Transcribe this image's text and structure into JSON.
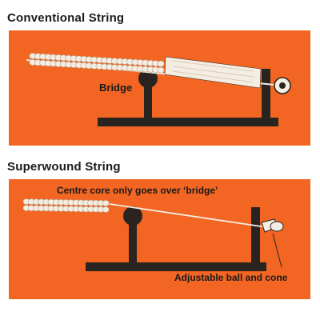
{
  "conventional": {
    "title": "Conventional String",
    "bridge_label": "Bridge"
  },
  "superwound": {
    "title": "Superwound String",
    "core_label": "Centre core only goes over ‘bridge’",
    "ball_label": "Adjustable ball and cone"
  },
  "colors": {
    "panel": "#F26522",
    "hardware": "#2A2421",
    "winding": "#F4EDE2"
  }
}
